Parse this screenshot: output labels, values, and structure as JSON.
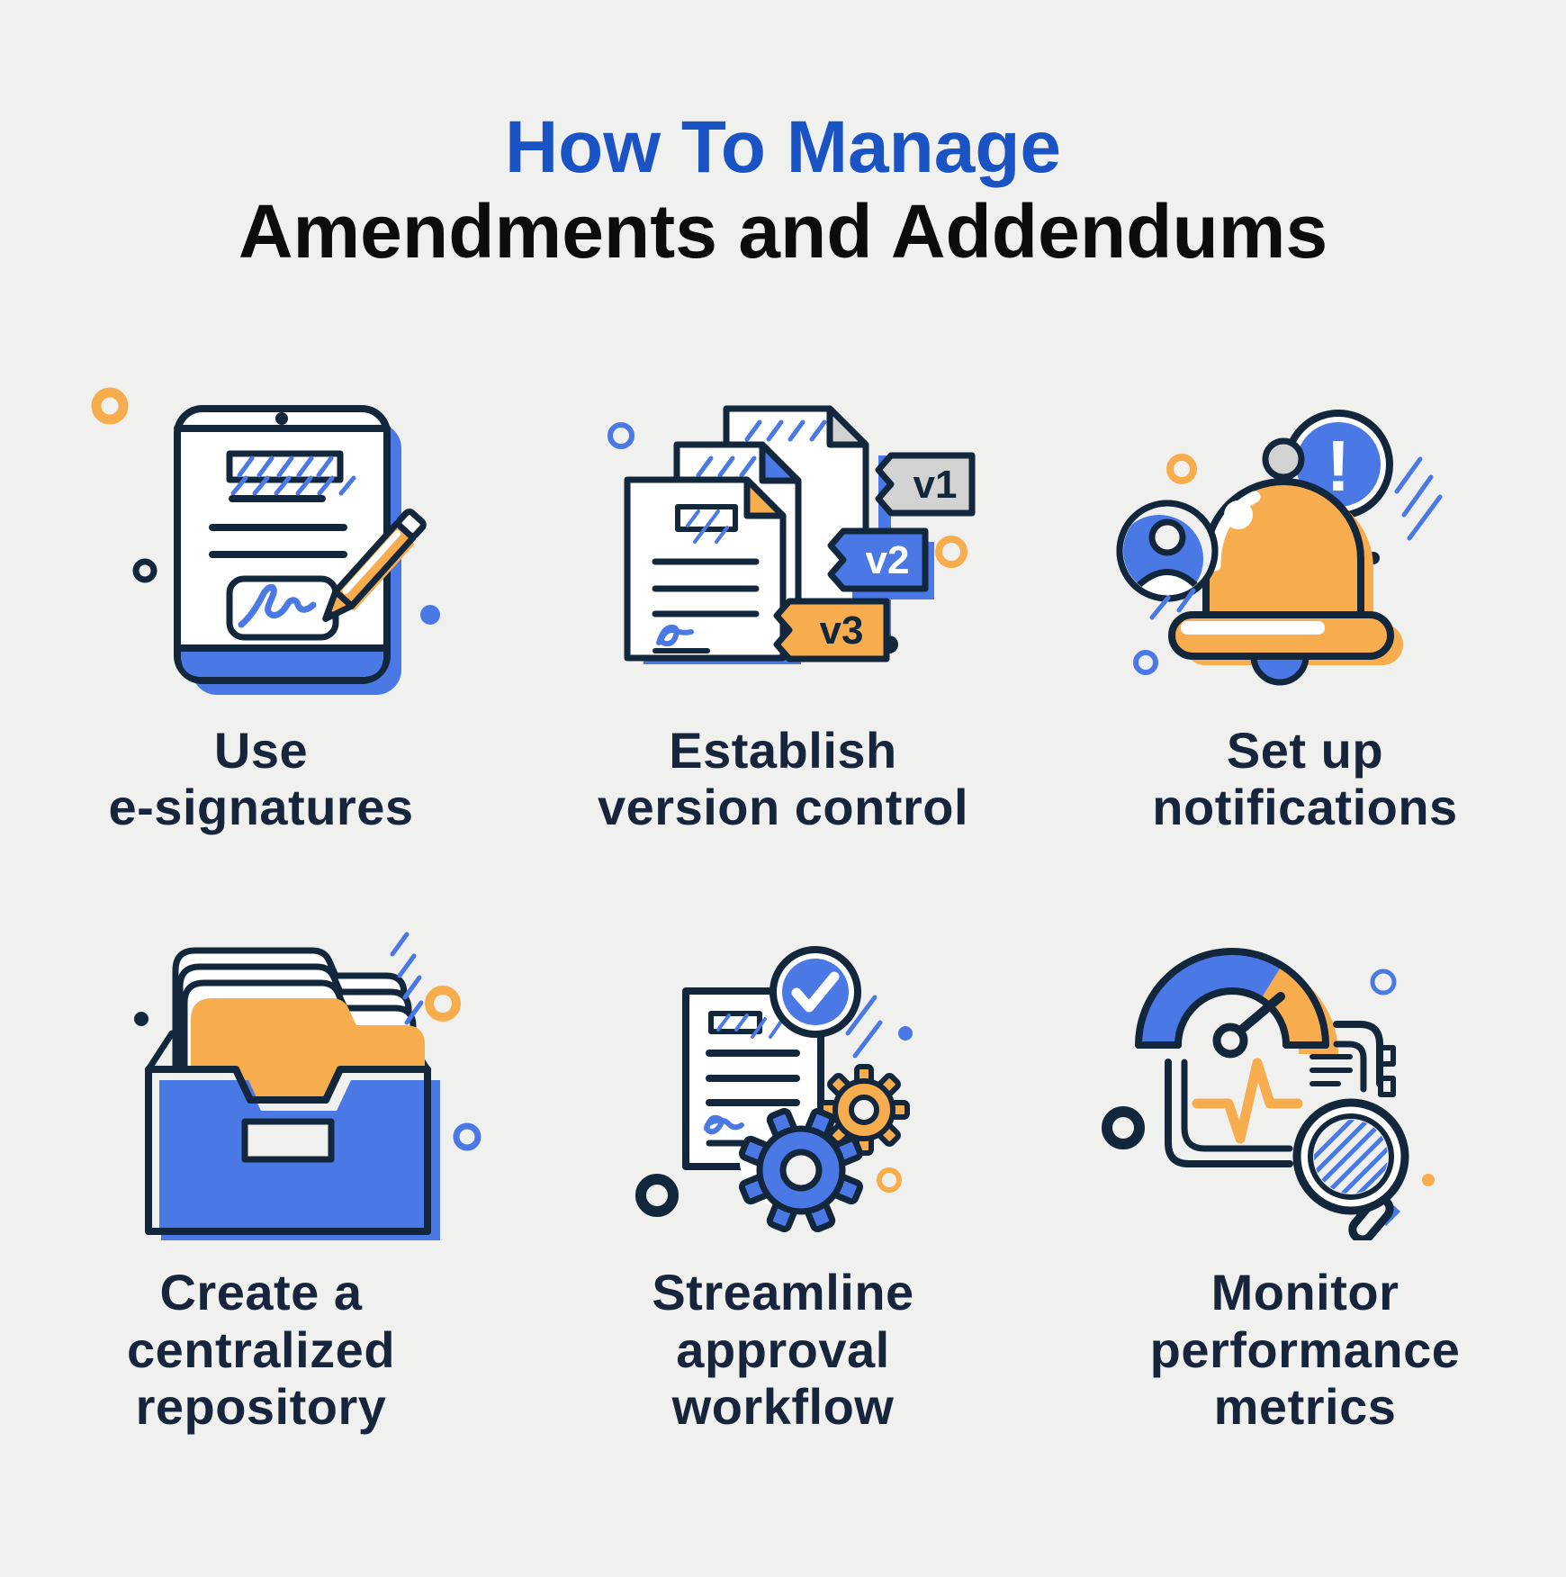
{
  "title": {
    "line1": "How To Manage",
    "line2": "Amendments and Addendums"
  },
  "items": [
    {
      "id": "use-e-signatures",
      "label": "Use\ne-signatures"
    },
    {
      "id": "establish-version-control",
      "label": "Establish\nversion control",
      "tags": [
        "v1",
        "v2",
        "v3"
      ]
    },
    {
      "id": "set-up-notifications",
      "label": "Set up\nnotifications",
      "badge": "!"
    },
    {
      "id": "create-centralized-repository",
      "label": "Create a\ncentralized\nrepository"
    },
    {
      "id": "streamline-approval-workflow",
      "label": "Streamline\napproval\nworkflow"
    },
    {
      "id": "monitor-performance-metrics",
      "label": "Monitor\nperformance\nmetrics"
    }
  ],
  "colors": {
    "bg": "#f0f0ee",
    "navy": "#12263c",
    "blue": "#4a79e6",
    "orange": "#f7ad4d",
    "gray": "#d2d2d2",
    "title-blue": "#1a53c4",
    "text": "#16243c",
    "black": "#0c0c0d",
    "white": "#ffffff"
  }
}
